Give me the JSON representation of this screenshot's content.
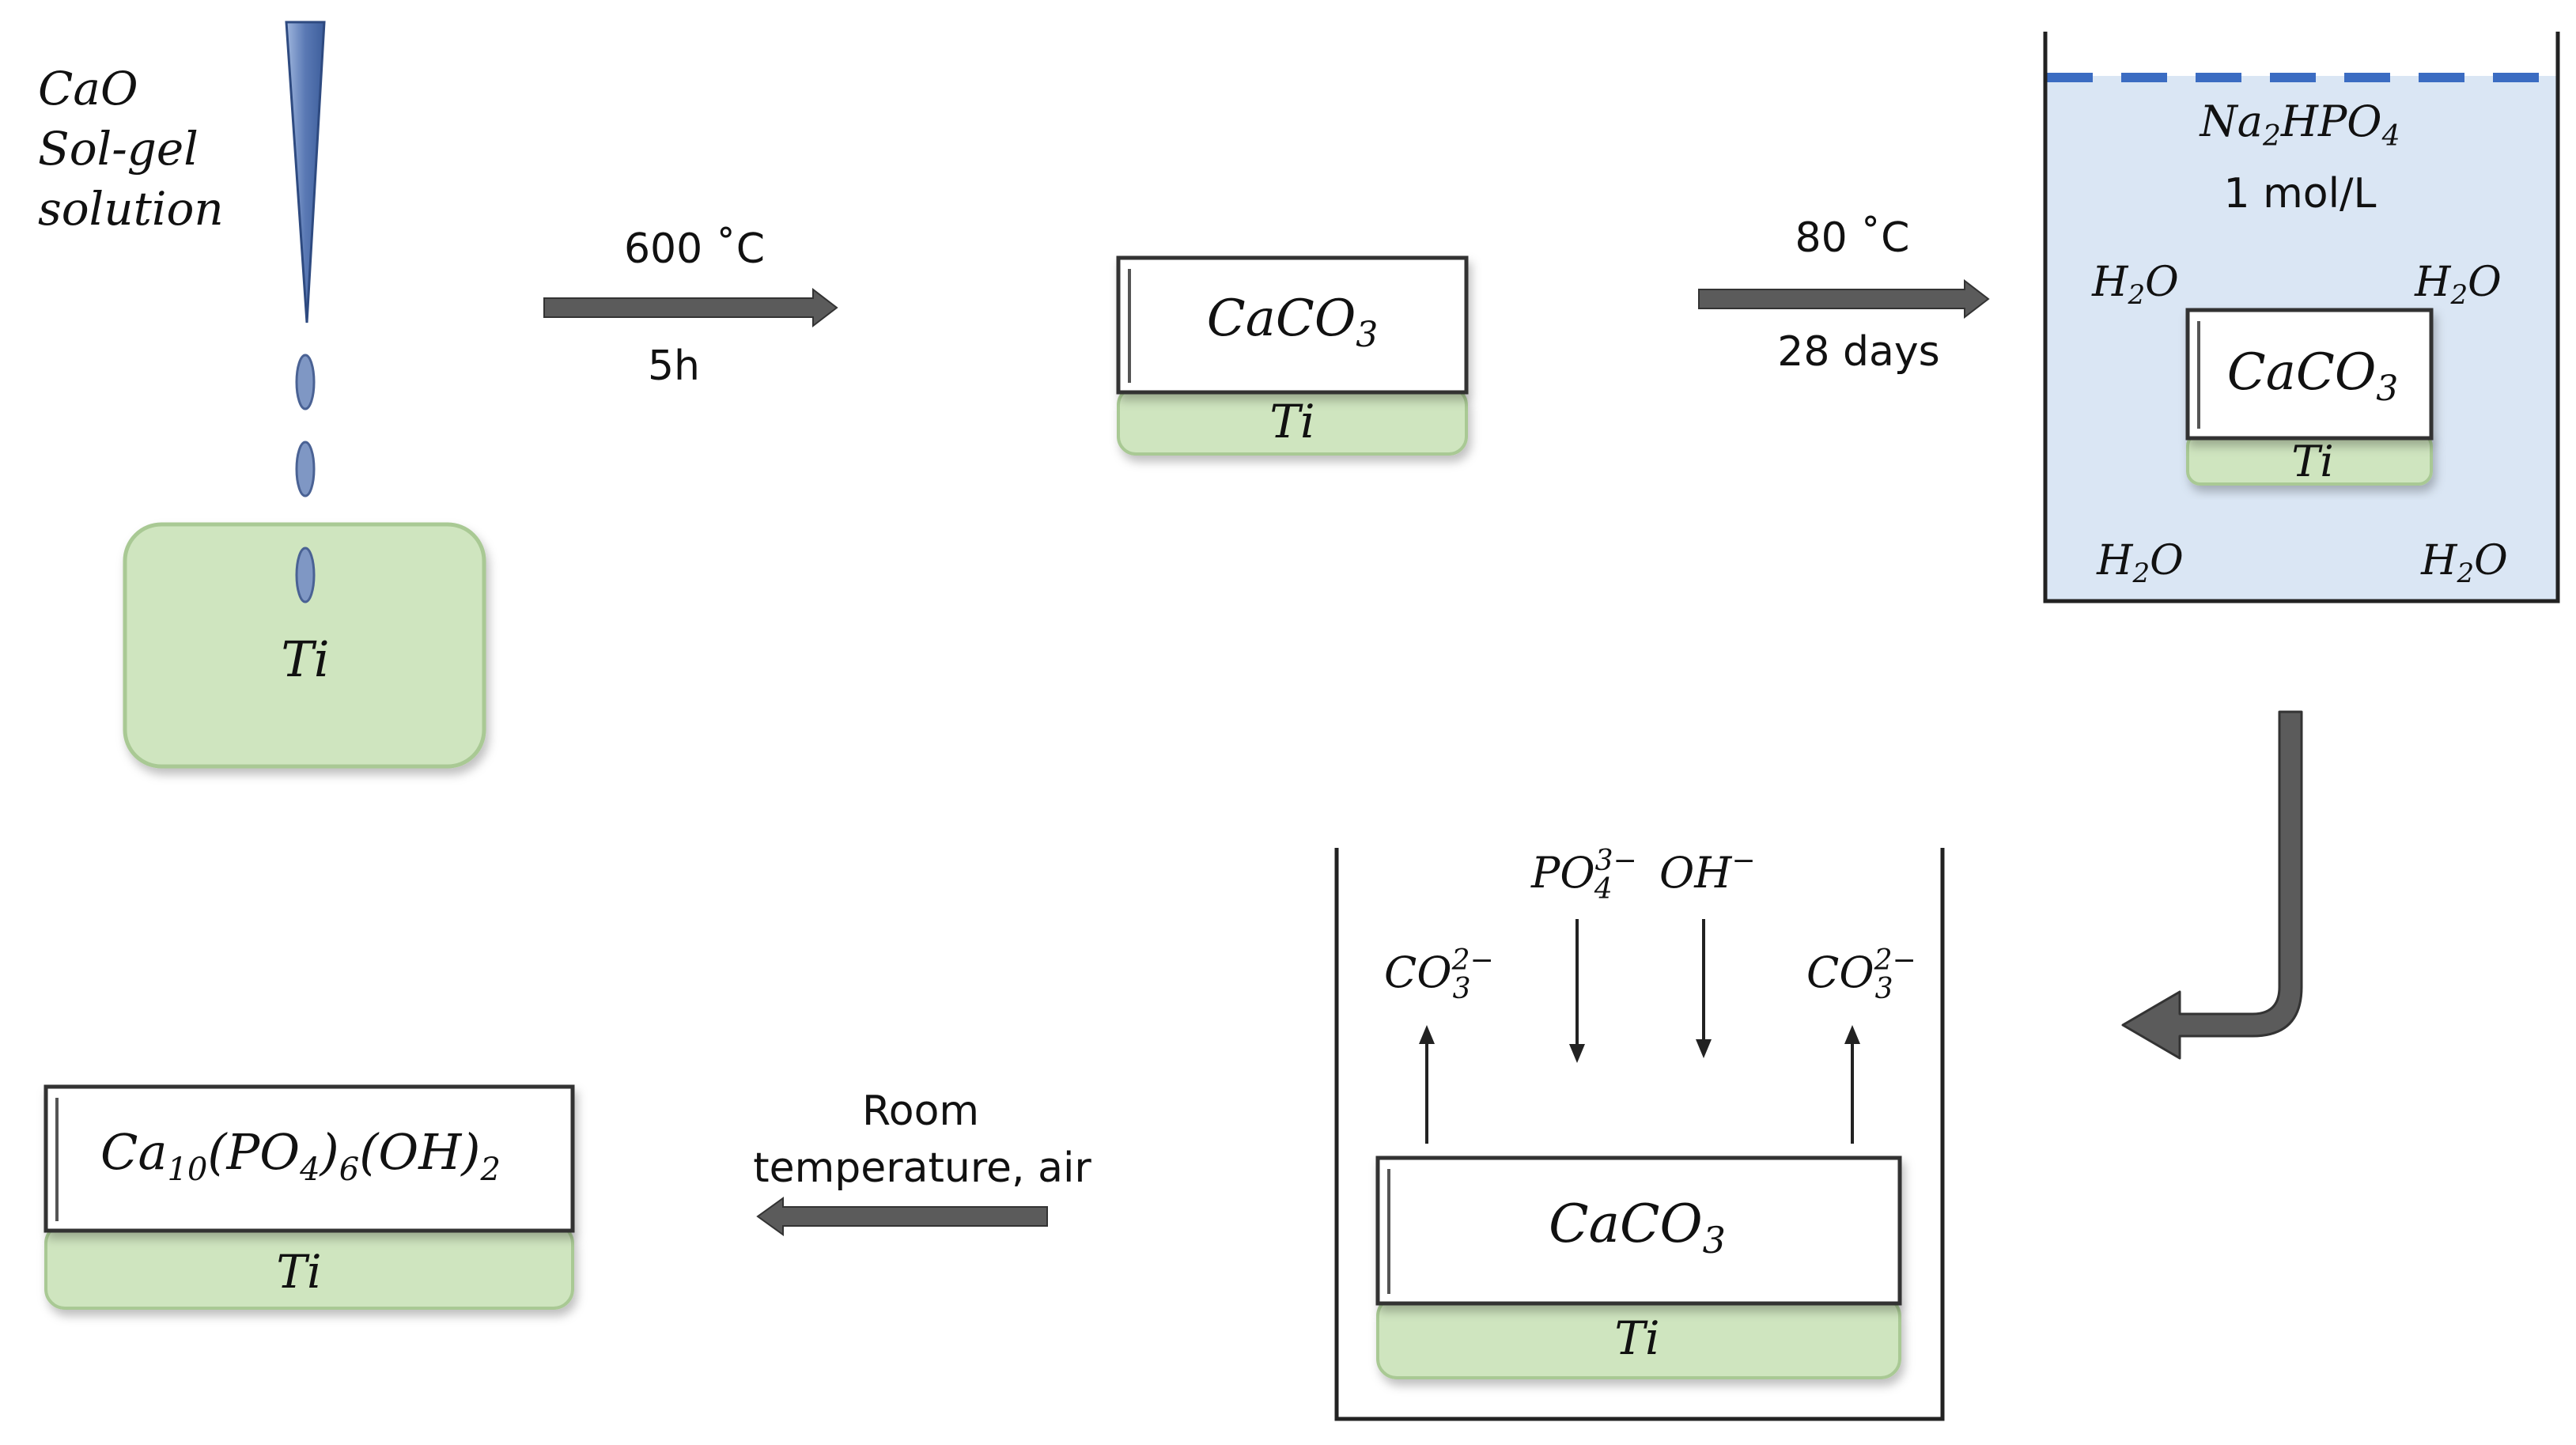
{
  "colors": {
    "substrate_fill": "#cfe5bf",
    "substrate_stroke": "#a9c994",
    "droplet": "#7f97c4",
    "beaker_liquid": "#dae6f4",
    "dashed_line": "#3b6cc2",
    "arrow": "#5b5b5b",
    "box_border": "#333333"
  },
  "icons": {
    "pipette": "pipette-icon",
    "droplet": "droplet-icon",
    "arrow": "process-arrow-icon"
  },
  "step1": {
    "solution_label_lines": [
      "CaO",
      "Sol-gel",
      "solution"
    ],
    "substrate_label": "Ti"
  },
  "arrow1": {
    "top_label": "600 ˚C",
    "bottom_label": "5h"
  },
  "step2": {
    "coating_label": "CaCO",
    "coating_sub": "3",
    "substrate_label": "Ti"
  },
  "arrow2": {
    "top_label": "80 ˚C",
    "bottom_label": "28 days"
  },
  "step3": {
    "solution_name_parts": [
      "Na",
      "2",
      "HPO",
      "4"
    ],
    "concentration": "1 mol/L",
    "water": [
      "H",
      "2",
      "O"
    ],
    "coating_label": "CaCO",
    "coating_sub": "3",
    "substrate_label": "Ti"
  },
  "step4": {
    "ions_in": [
      {
        "base": "PO",
        "sub": "4",
        "sup": "3−"
      },
      {
        "base": "OH",
        "sub": "",
        "sup": "−"
      }
    ],
    "ion_out": {
      "base": "CO",
      "sub": "3",
      "sup": "2−"
    },
    "coating_label": "CaCO",
    "coating_sub": "3",
    "substrate_label": "Ti"
  },
  "arrow3": {
    "label_line1": "Room",
    "label_line2": "temperature, air"
  },
  "step5": {
    "coating_parts": [
      "Ca",
      "10",
      "(PO",
      "4",
      ")",
      "6",
      "(OH)",
      "2"
    ],
    "substrate_label": "Ti"
  }
}
